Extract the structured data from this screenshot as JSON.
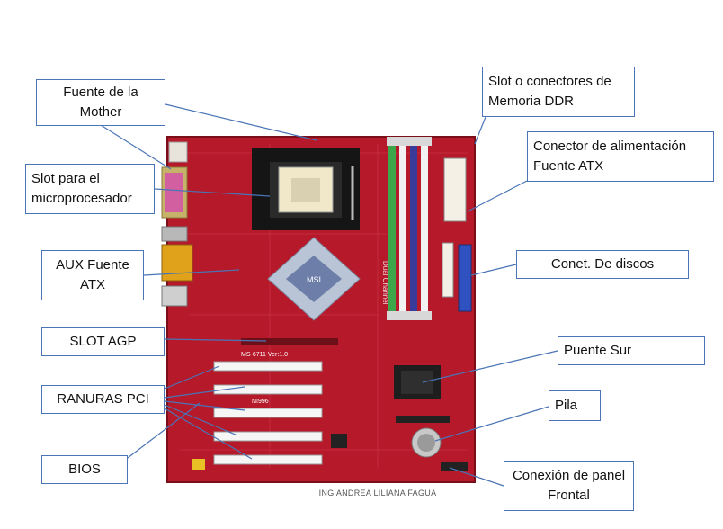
{
  "labels": {
    "fuente_mother": "Fuente de la Mother",
    "slot_micro": "Slot para el microprocesador",
    "aux_fuente": "AUX Fuente ATX",
    "slot_agp": "SLOT AGP",
    "ranuras_pci": "RANURAS PCI",
    "bios": "BIOS",
    "slot_memoria": "Slot  o conectores de Memoria DDR",
    "conector_atx": "Conector de alimentación Fuente ATX",
    "conet_discos": "Conet. De discos",
    "puente_sur": "Puente Sur",
    "pila": "Pila",
    "panel_frontal": "Conexión de panel Frontal"
  },
  "board": {
    "model": "MS-6711 Ver:1.0",
    "chip": "NI996",
    "dual_channel": "Dual Channel"
  },
  "watermark": "ING ANDREA LILIANA FAGUA",
  "colors": {
    "board": "#b5192a",
    "label_border": "#4a74b6",
    "line": "#4a74b6"
  }
}
